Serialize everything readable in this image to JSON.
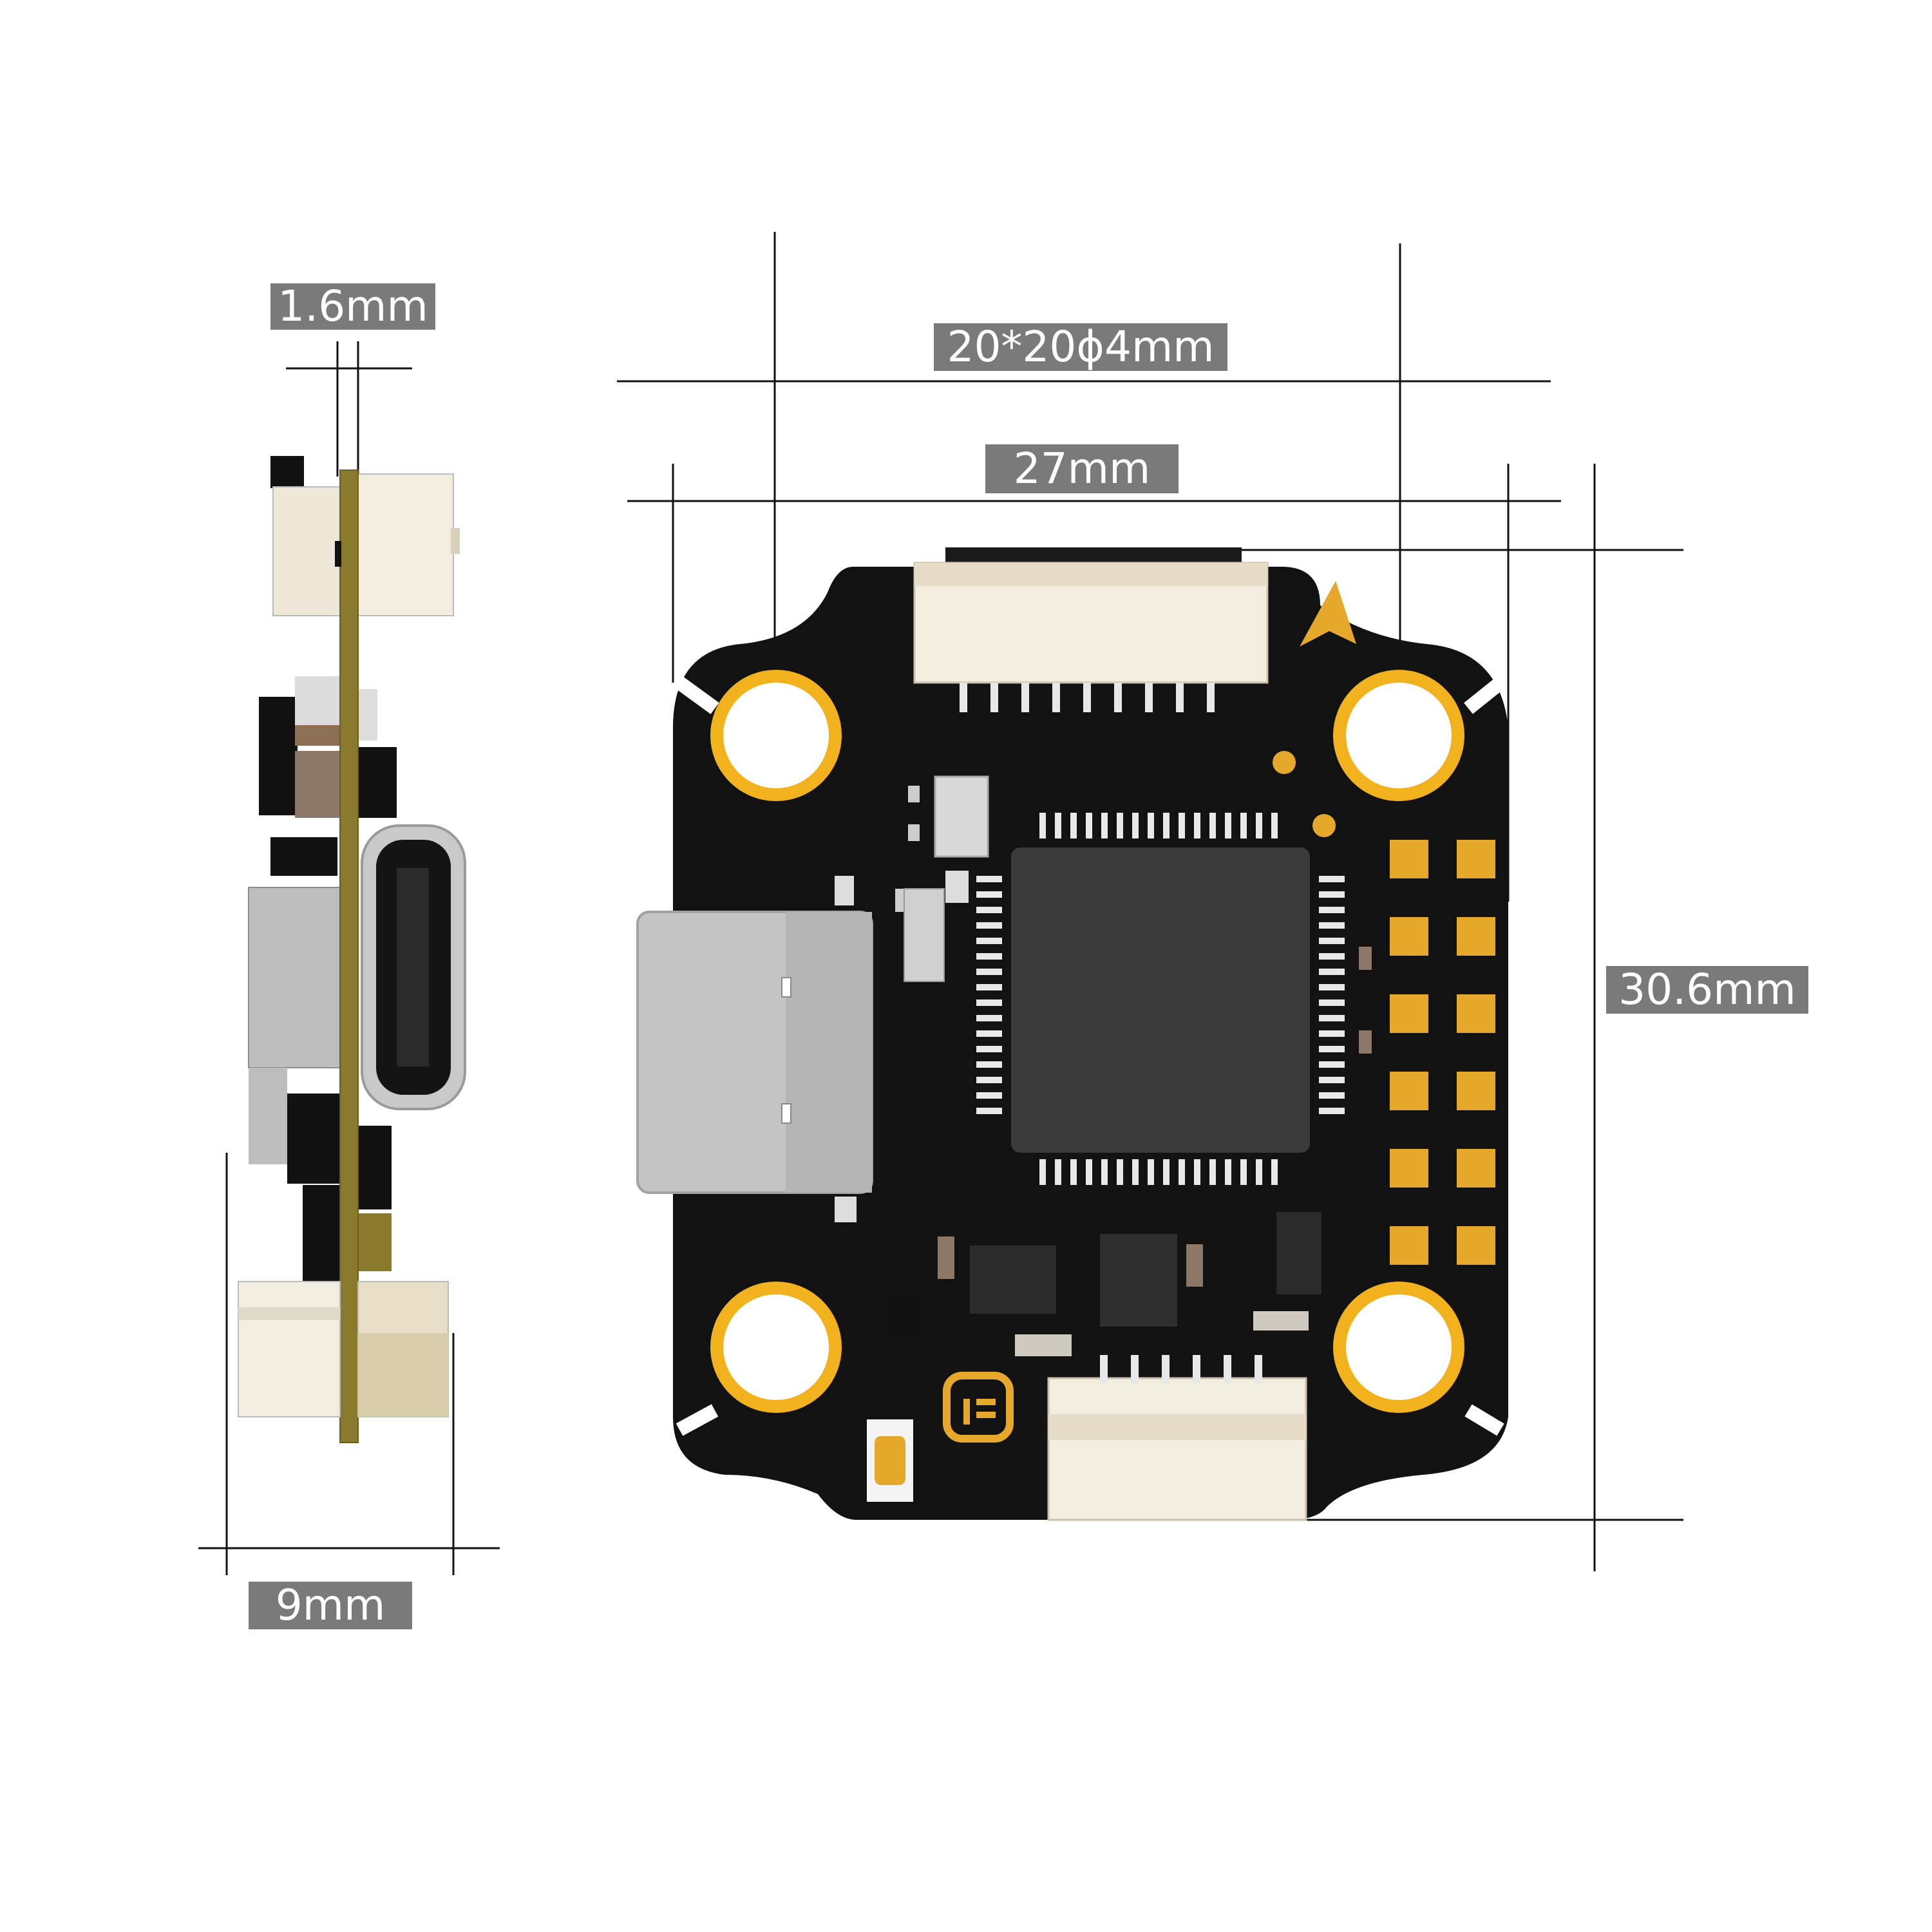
{
  "dimensions": {
    "thickness": "1.6mm",
    "mount_pattern": "20*20ϕ4mm",
    "board_width": "27mm",
    "board_height": "30.6mm",
    "total_height": "9mm"
  },
  "colors": {
    "pcb": "#121212",
    "pad_gold": "#e6a82a",
    "ring_gold": "#f2b21e",
    "connector": "#f3ede0",
    "label_bg": "#7a7a7a",
    "line": "#111111",
    "pcb_edge_side": "#8a7a2e"
  },
  "icons": {
    "logo_top": "triangle-arrow-logo-icon",
    "logo_bottom": "ie-logo-icon",
    "usb": "usb-c-port-icon"
  }
}
